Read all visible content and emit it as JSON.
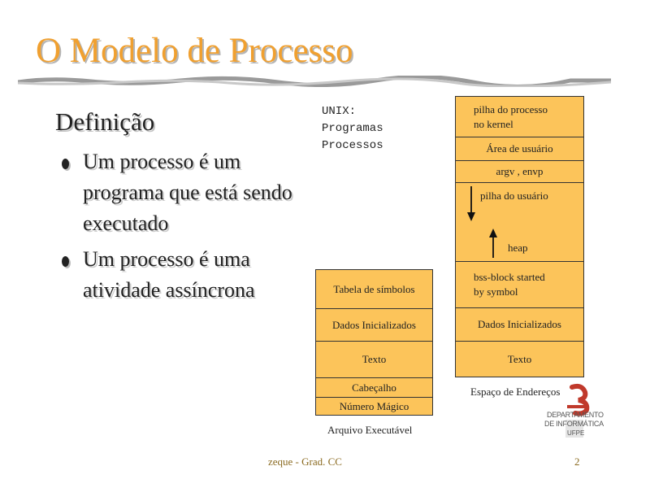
{
  "slide": {
    "title": "O Modelo de Processo",
    "subtitle": "Definição",
    "bullets": [
      "Um processo é um programa que está sendo executado",
      "Um processo é uma atividade assíncrona"
    ]
  },
  "unix_label": [
    "UNIX:",
    "Programas",
    "Processos"
  ],
  "executable_file": {
    "caption": "Arquivo Executável",
    "sections": [
      "Tabela de símbolos",
      "Dados Inicializados",
      "Texto",
      "Cabeçalho",
      "Número Mágico"
    ]
  },
  "address_space": {
    "caption": "Espaço de Endereços",
    "kernel_stack": [
      "pilha do processo",
      "no kernel"
    ],
    "user_area": "Área de usuário",
    "argv_envp": "argv , envp",
    "user_stack": "pilha do usuário",
    "heap": "heap",
    "bss": [
      "bss-block started",
      "by symbol"
    ],
    "init_data": "Dados Inicializados",
    "text": "Texto"
  },
  "logo": {
    "line1": "DEPARTAMENTO",
    "line2": "DE INFORMÁTICA",
    "line3": "UFPE",
    "color": "#c0392b"
  },
  "footer": {
    "author": "zeque - Grad. CC",
    "page": "2"
  },
  "colors": {
    "title": "#f0a030",
    "box_fill": "#fcc45a"
  }
}
